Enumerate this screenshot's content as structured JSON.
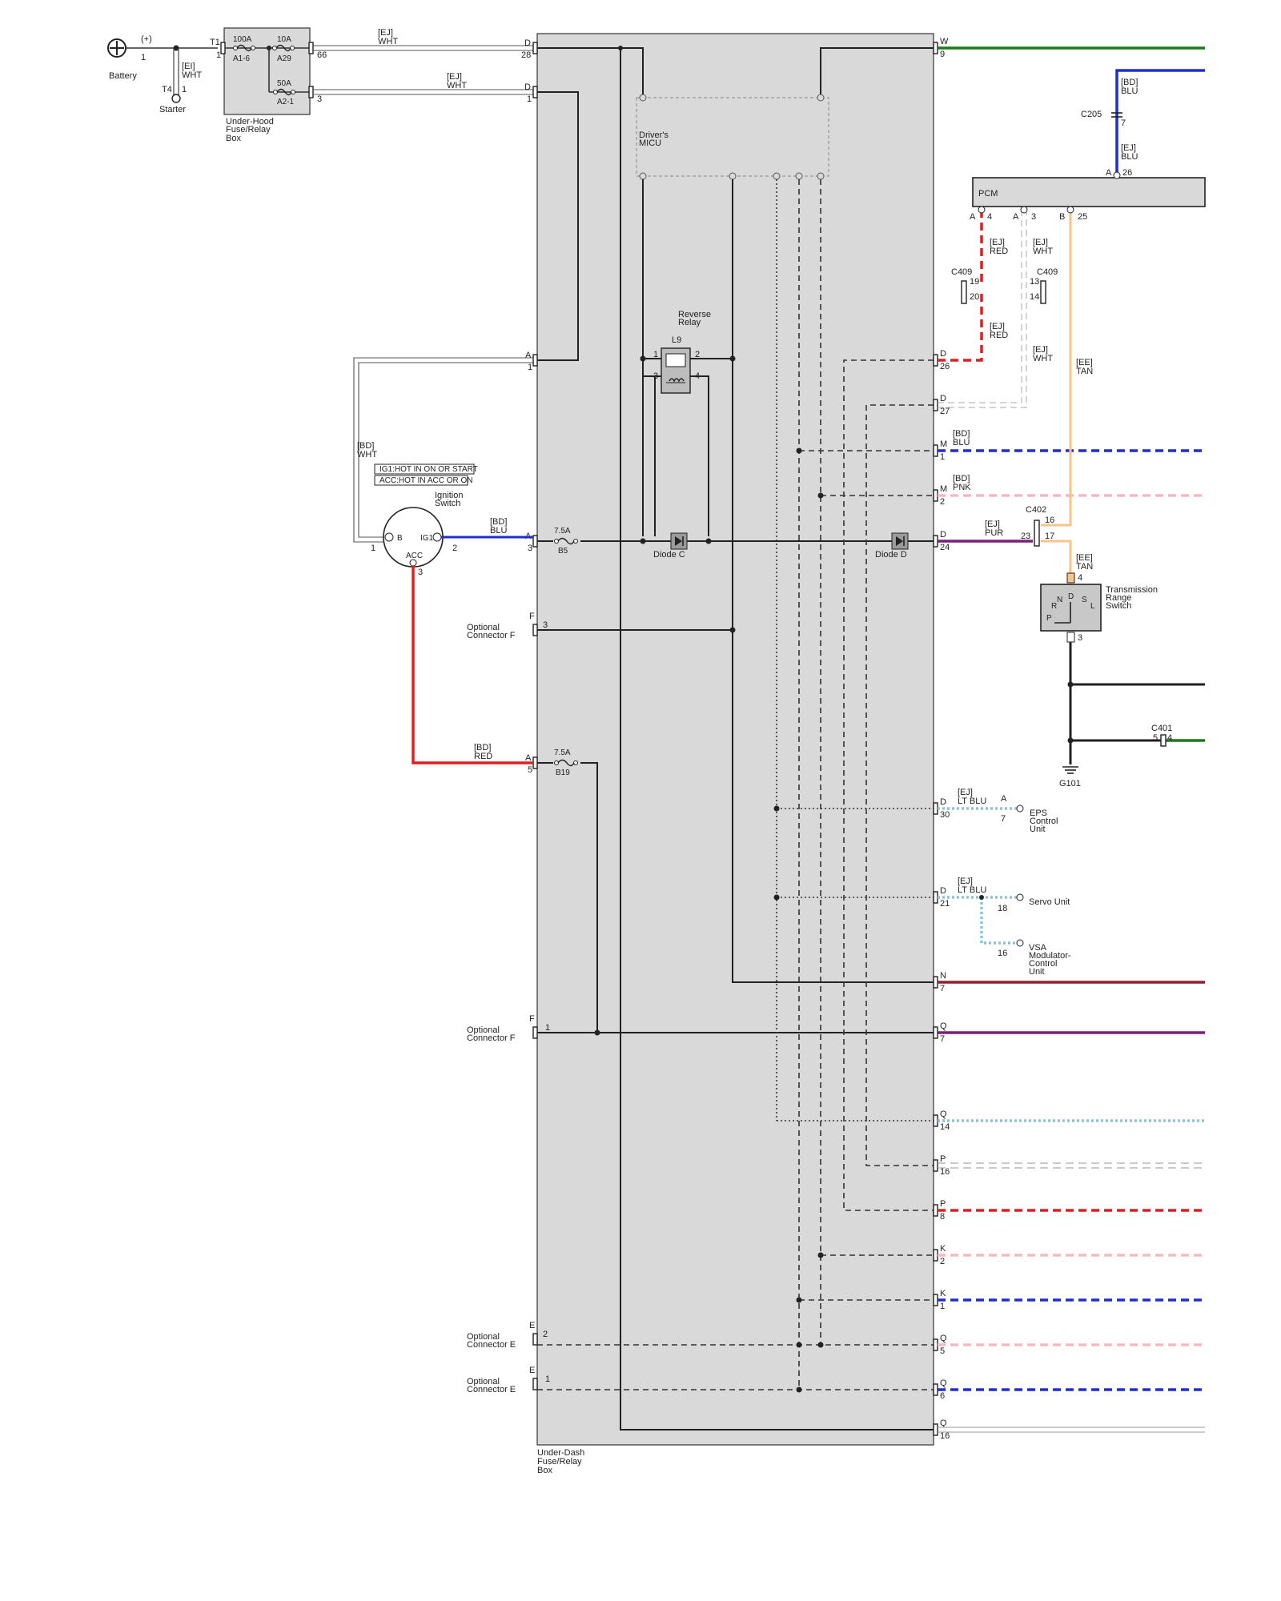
{
  "colors": {
    "green": "#1d7a1d",
    "blue": "#1f2fcf",
    "red": "#e02020",
    "pink": "#f5b8c4",
    "tan": "#f7c48a",
    "purple": "#7a1f7a",
    "maroon": "#8b2430",
    "ltblue": "#7ec8e3",
    "panel": "#d9d9d9"
  },
  "battery": {
    "sign": "(+)",
    "label": "Battery",
    "pin": "1"
  },
  "starter": {
    "label": "Starter",
    "term": "T4",
    "pin": "1",
    "wire": "[EI]",
    "color": "WHT"
  },
  "underhood": {
    "label1": "Under-Hood",
    "label2": "Fuse/Relay",
    "label3": "Box",
    "t1": "T1",
    "t1pin": "1",
    "f1_amp": "100A",
    "f1_id": "A1-6",
    "f2_amp": "10A",
    "f2_id": "A29",
    "f3_amp": "50A",
    "f3_id": "A2-1",
    "pin66": "66",
    "pin3": "3"
  },
  "wires_top": [
    {
      "code": "[EJ]",
      "color": "WHT"
    },
    {
      "code": "[EJ]",
      "color": "WHT"
    }
  ],
  "underdash": {
    "label1": "Under-Dash",
    "label2": "Fuse/Relay",
    "label3": "Box"
  },
  "micu": {
    "l1": "Driver's",
    "l2": "MICU"
  },
  "relay": {
    "l1": "Reverse",
    "l2": "Relay",
    "id": "L9",
    "p1": "1",
    "p2": "2",
    "p3": "3",
    "p4": "4"
  },
  "diodes": {
    "c": "Diode C",
    "d": "Diode D"
  },
  "fuses": {
    "b5_amp": "7.5A",
    "b5": "B5",
    "b19_amp": "7.5A",
    "b19": "B19"
  },
  "ignition": {
    "wire": "[BD]",
    "color": "WHT",
    "note1": "IG1:HOT IN ON OR START",
    "note2": "ACC:HOT IN ACC OR ON",
    "l1": "Ignition",
    "l2": "Switch",
    "b": "B",
    "ig1": "IG1",
    "acc": "ACC",
    "p1": "1",
    "p2": "2",
    "p3": "3",
    "blu_code": "[BD]",
    "blu": "BLU",
    "red_code": "[BD]",
    "red": "RED"
  },
  "left_connectors": [
    {
      "conn": "A",
      "pin": "1"
    },
    {
      "conn": "A",
      "pin": "3"
    },
    {
      "conn": "F",
      "pin": "3",
      "name1": "Optional",
      "name2": "Connector F"
    },
    {
      "conn": "A",
      "pin": "5"
    },
    {
      "conn": "F",
      "pin": "1",
      "name1": "Optional",
      "name2": "Connector F"
    },
    {
      "conn": "E",
      "pin": "2",
      "name1": "Optional",
      "name2": "Connector E"
    },
    {
      "conn": "E",
      "pin": "1",
      "name1": "Optional",
      "name2": "Connector E"
    },
    {
      "conn": "D",
      "pin": "28"
    },
    {
      "conn": "D",
      "pin": "1"
    }
  ],
  "right_connectors": [
    {
      "conn": "W",
      "pin": "9"
    },
    {
      "conn": "D",
      "pin": "26"
    },
    {
      "conn": "D",
      "pin": "27"
    },
    {
      "conn": "M",
      "pin": "1",
      "code": "[BD]",
      "color": "BLU"
    },
    {
      "conn": "M",
      "pin": "2",
      "code": "[BD]",
      "color": "PNK"
    },
    {
      "conn": "D",
      "pin": "24",
      "code": "[EJ]",
      "color": "PUR"
    },
    {
      "conn": "D",
      "pin": "30",
      "code": "[EJ]",
      "color": "LT BLU"
    },
    {
      "conn": "D",
      "pin": "21",
      "code": "[EJ]",
      "color": "LT BLU"
    },
    {
      "conn": "N",
      "pin": "7"
    },
    {
      "conn": "Q",
      "pin": "7"
    },
    {
      "conn": "Q",
      "pin": "14"
    },
    {
      "conn": "P",
      "pin": "16"
    },
    {
      "conn": "P",
      "pin": "8"
    },
    {
      "conn": "K",
      "pin": "2"
    },
    {
      "conn": "K",
      "pin": "1"
    },
    {
      "conn": "Q",
      "pin": "5"
    },
    {
      "conn": "Q",
      "pin": "6"
    },
    {
      "conn": "Q",
      "pin": "16"
    }
  ],
  "pcm": {
    "label": "PCM",
    "a4c": "A",
    "a4": "4",
    "a3c": "A",
    "a3": "3",
    "b25c": "B",
    "b25": "25",
    "a26c": "A",
    "a26": "26",
    "c205": "C205",
    "c205pin": "7",
    "blu_top_code": "[BD]",
    "blu_top": "BLU",
    "blu_bot_code": "[EJ]",
    "blu_bot": "BLU",
    "red1_code": "[EJ]",
    "red1": "RED",
    "red2_code": "[EJ]",
    "red2": "RED",
    "wht1_code": "[EJ]",
    "wht1": "WHT",
    "wht2_code": "[EJ]",
    "wht2": "WHT",
    "c409a": "C409",
    "c409a_p1": "19",
    "c409a_p2": "20",
    "c409b": "C409",
    "c409b_p1": "13",
    "c409b_p2": "14",
    "tan_code": "[EE]",
    "tan": "TAN"
  },
  "trs": {
    "c402": "C402",
    "c402_p16": "16",
    "c402_p23": "23",
    "c402_p17": "17",
    "tan_code": "[EE]",
    "tan": "TAN",
    "pin4": "4",
    "pin3": "3",
    "l1": "Transmission",
    "l2": "Range",
    "l3": "Switch",
    "pos_r": "R",
    "pos_n": "N",
    "pos_d": "D",
    "pos_s": "S",
    "pos_l": "L",
    "pos_p": "P",
    "g101": "G101",
    "c401": "C401",
    "c401_p5": "5",
    "c401_p4": "4"
  },
  "eps": {
    "pinA": "A",
    "pin7": "7",
    "l1": "EPS",
    "l2": "Control",
    "l3": "Unit"
  },
  "servo": {
    "pin18": "18",
    "label": "Servo Unit"
  },
  "vsa": {
    "pin16": "16",
    "l1": "VSA",
    "l2": "Modulator-",
    "l3": "Control",
    "l4": "Unit"
  }
}
